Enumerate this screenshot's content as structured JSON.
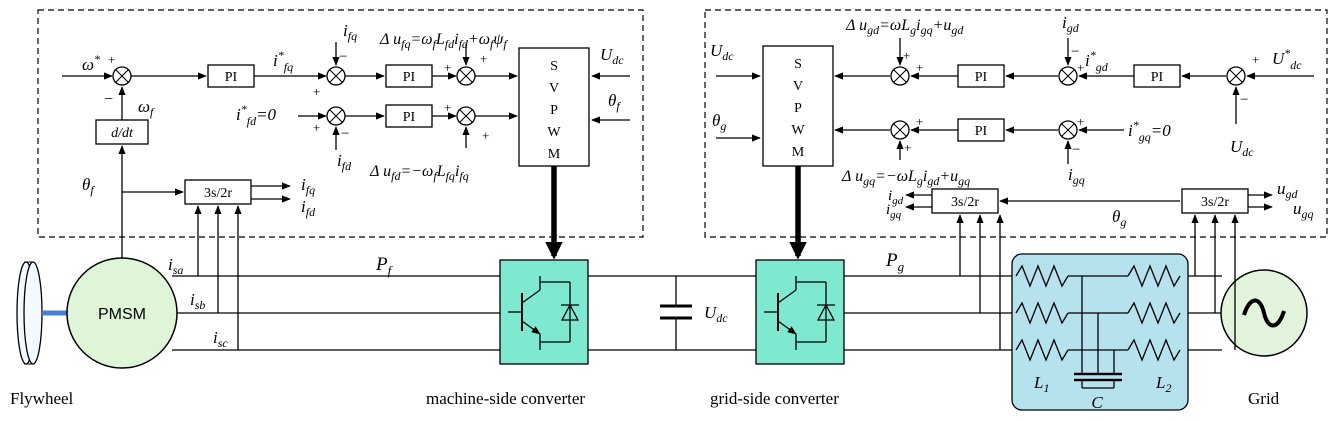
{
  "machine_side": {
    "omega_ref": "ω",
    "omega_ref_sup": "*",
    "omega_f": "ω",
    "omega_f_sub": "f",
    "ddt": "d/dt",
    "pi_speed": "PI",
    "i_fq_ref": "i",
    "i_fq_ref_sup": "*",
    "i_fq_ref_sub": "fq",
    "i_fd_ref": "i",
    "i_fd_ref_sup": "*",
    "i_fd_ref_sub": "fd",
    "i_fd_ref_val": "=0",
    "i_fq_fb": "i",
    "i_fq_fb_sub": "fq",
    "i_fd_fb": "i",
    "i_fd_fb_sub": "fd",
    "pi_q": "PI",
    "pi_d": "PI",
    "du_fq_eq": "Δ u",
    "du_fq_sub": "fq",
    "du_fq_rhs": "=ω",
    "du_fq_rhs2": "f",
    "du_fq_rhs3": "L",
    "du_fq_rhs4": "fd",
    "du_fq_rhs5": "i",
    "du_fq_rhs6": "fd",
    "du_fq_rhs7": "+ω",
    "du_fq_rhs8": "f",
    "du_fq_rhs9": "ψ",
    "du_fq_rhs10": "f",
    "du_fd_eq": "Δ u",
    "du_fd_sub": "fd",
    "du_fd_rhs": "=−ω",
    "du_fd_rhs2": "f",
    "du_fd_rhs3": "L",
    "du_fd_rhs4": "fq",
    "du_fd_rhs5": "i",
    "du_fd_rhs6": "fq",
    "svpwm": [
      "S",
      "V",
      "P",
      "W",
      "M"
    ],
    "udc": "U",
    "udc_sub": "dc",
    "theta_f": "θ",
    "theta_f_sub": "f",
    "transform": "3s/2r",
    "out_q": "i",
    "out_q_sub": "fq",
    "out_d": "i",
    "out_d_sub": "fd",
    "theta_f2": "θ",
    "theta_f2_sub": "f"
  },
  "grid_side": {
    "du_gd_eq": "Δ u",
    "du_gd_sub": "gd",
    "du_gd_rhs": "=ωL",
    "du_gd_rhs2": "g",
    "du_gd_rhs3": "i",
    "du_gd_rhs4": "gq",
    "du_gd_rhs5": "+u",
    "du_gd_rhs6": "gd",
    "du_gq_eq": "Δ u",
    "du_gq_sub": "gq",
    "du_gq_rhs": "=−ωL",
    "du_gq_rhs2": "g",
    "du_gq_rhs3": "i",
    "du_gq_rhs4": "gd",
    "du_gq_rhs5": "+u",
    "du_gq_rhs6": "gq",
    "udc": "U",
    "udc_sub": "dc",
    "theta_g": "θ",
    "theta_g_sub": "g",
    "svpwm": [
      "S",
      "V",
      "P",
      "W",
      "M"
    ],
    "pi_d": "PI",
    "pi_q": "PI",
    "pi_v": "PI",
    "i_gd_fb": "i",
    "i_gd_fb_sub": "gd",
    "i_gd_ref": "i",
    "i_gd_ref_sup": "*",
    "i_gd_ref_sub": "gd",
    "i_gq_ref": "i",
    "i_gq_ref_sup": "*",
    "i_gq_ref_sub": "gq",
    "i_gq_ref_val": "=0",
    "i_gq_fb": "i",
    "i_gq_fb_sub": "gq",
    "udc_ref": "U",
    "udc_ref_sup": "*",
    "udc_ref_sub": "dc",
    "udc_fb": "U",
    "udc_fb_sub": "dc",
    "transform_i": "3s/2r",
    "transform_u": "3s/2r",
    "tr_out_d": "i",
    "tr_out_d_sub": "gd",
    "tr_out_q": "i",
    "tr_out_q_sub": "gq",
    "tr_u_d": "u",
    "tr_u_d_sub": "gd",
    "tr_u_q": "u",
    "tr_u_q_sub": "gq",
    "theta_g2": "θ",
    "theta_g2_sub": "g"
  },
  "power": {
    "pmsm": "PMSM",
    "i_sa": "i",
    "i_sa_sub": "sa",
    "i_sb": "i",
    "i_sb_sub": "sb",
    "i_sc": "i",
    "i_sc_sub": "sc",
    "p_f": "P",
    "p_f_sub": "f",
    "p_g": "P",
    "p_g_sub": "g",
    "udc": "U",
    "udc_sub": "dc",
    "l1": "L",
    "l1_sub": "1",
    "l2": "L",
    "l2_sub": "2",
    "c": "C"
  },
  "labels": {
    "flywheel": "Flywheel",
    "machine_conv": "machine-side converter",
    "grid_conv": "grid-side converter",
    "grid": "Grid"
  },
  "colors": {
    "converter": "#7fe8d0",
    "filter": "#b6e2ee",
    "pmsm": "#dff5d7",
    "flywheel_shaft": "#4a7fd4"
  }
}
